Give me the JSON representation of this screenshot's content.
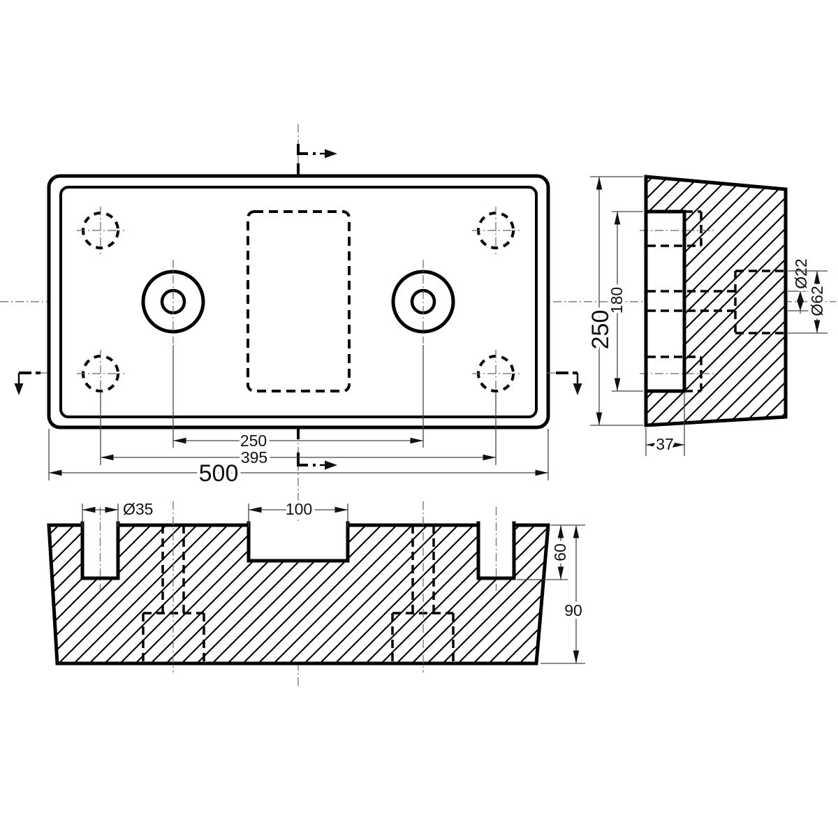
{
  "style": {
    "ink": "#000000",
    "paper": "#ffffff",
    "centerline": "#666666"
  },
  "dims": {
    "plan": {
      "circle_spacing": "250",
      "hole_spacing": "395",
      "overall_width": "500"
    },
    "side": {
      "overall_height": "250",
      "recess_height": "180",
      "hole_dia": "Ø22",
      "counterbore_dia": "Ø62",
      "recess_depth": "37"
    },
    "bottom": {
      "corner_hole_dia": "Ø35",
      "center_slot_width": "100",
      "hole_depth": "60",
      "overall_thickness": "90"
    }
  }
}
